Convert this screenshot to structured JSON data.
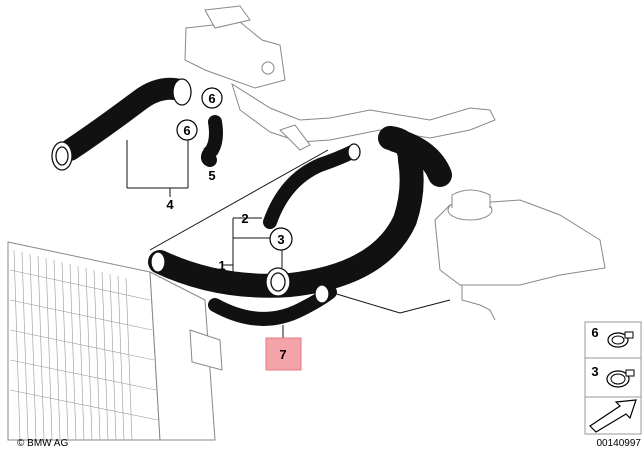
{
  "diagram": {
    "callouts": [
      {
        "id": "c6a",
        "text": "6",
        "circled": true
      },
      {
        "id": "c6b",
        "text": "6",
        "circled": true
      },
      {
        "id": "c5",
        "text": "5",
        "circled": false
      },
      {
        "id": "c4",
        "text": "4",
        "circled": false
      },
      {
        "id": "c2",
        "text": "2",
        "circled": false
      },
      {
        "id": "c3",
        "text": "3",
        "circled": true
      },
      {
        "id": "c1",
        "text": "1",
        "circled": false
      },
      {
        "id": "c7",
        "text": "7",
        "circled": false,
        "highlighted": true
      }
    ],
    "legend": {
      "items": [
        {
          "number": "6",
          "icon": "hose-clamp-small-icon"
        },
        {
          "number": "3",
          "icon": "hose-clamp-large-icon"
        }
      ],
      "footer_icon": "arrow-icon"
    },
    "copyright": "© BMW AG",
    "diagram_code": "00140997",
    "highlight_color": "#f4a3a8"
  }
}
